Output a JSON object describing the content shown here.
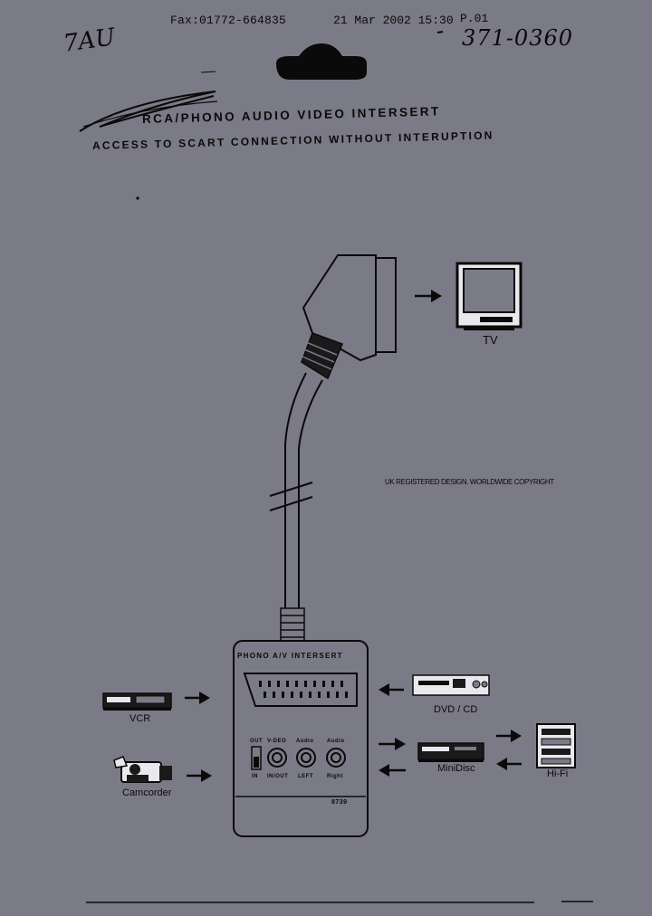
{
  "fax_header": {
    "fax": "Fax:01772-664835",
    "datetime": "21 Mar 2002 15:30",
    "page": "P.01"
  },
  "handwritten": {
    "left_note": "7AU",
    "right_note": "371-0360"
  },
  "product": {
    "title": "RCA/PHONO AUDIO VIDEO INTERSERT",
    "subtitle": "ACCESS TO SCART CONNECTION WITHOUT INTERUPTION",
    "copyright": "UK REGISTERED DESIGN. WORLDWIDE COPYRIGHT"
  },
  "adapter": {
    "label": "PHONO A/V INTERSERT",
    "switch_top": "OUT",
    "switch_bottom": "IN",
    "jacks": [
      {
        "top": "V-DEO",
        "bottom": "IN/OUT"
      },
      {
        "top": "Audio",
        "bottom": "LEFT"
      },
      {
        "top": "Audio",
        "bottom": "Right"
      }
    ],
    "model": "8739"
  },
  "devices": {
    "tv": "TV",
    "vcr": "VCR",
    "camcorder": "Camcorder",
    "dvd_cd": "DVD / CD",
    "minidisc": "MiniDisc",
    "hifi": "Hi-Fi"
  }
}
